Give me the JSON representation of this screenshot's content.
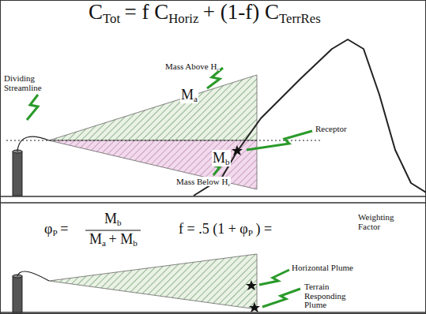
{
  "diagram": {
    "labels": [
      "C",
      "Tot",
      "= f C",
      "Horiz",
      "+ (1-f) C",
      "TerrRes",
      "Dividing Streamline",
      "Mass Above H",
      "c",
      "M",
      "a",
      "M",
      "b",
      "Receptor",
      "Mass Below H",
      "c",
      "φ",
      "P",
      "=",
      "M",
      "b",
      "M",
      "a",
      "+ M",
      "b",
      "f = .5 (1 + φ",
      "P",
      ") =",
      "Weighting Factor",
      "Horizontal Plume",
      "Terrain Responding Plume"
    ]
  }
}
